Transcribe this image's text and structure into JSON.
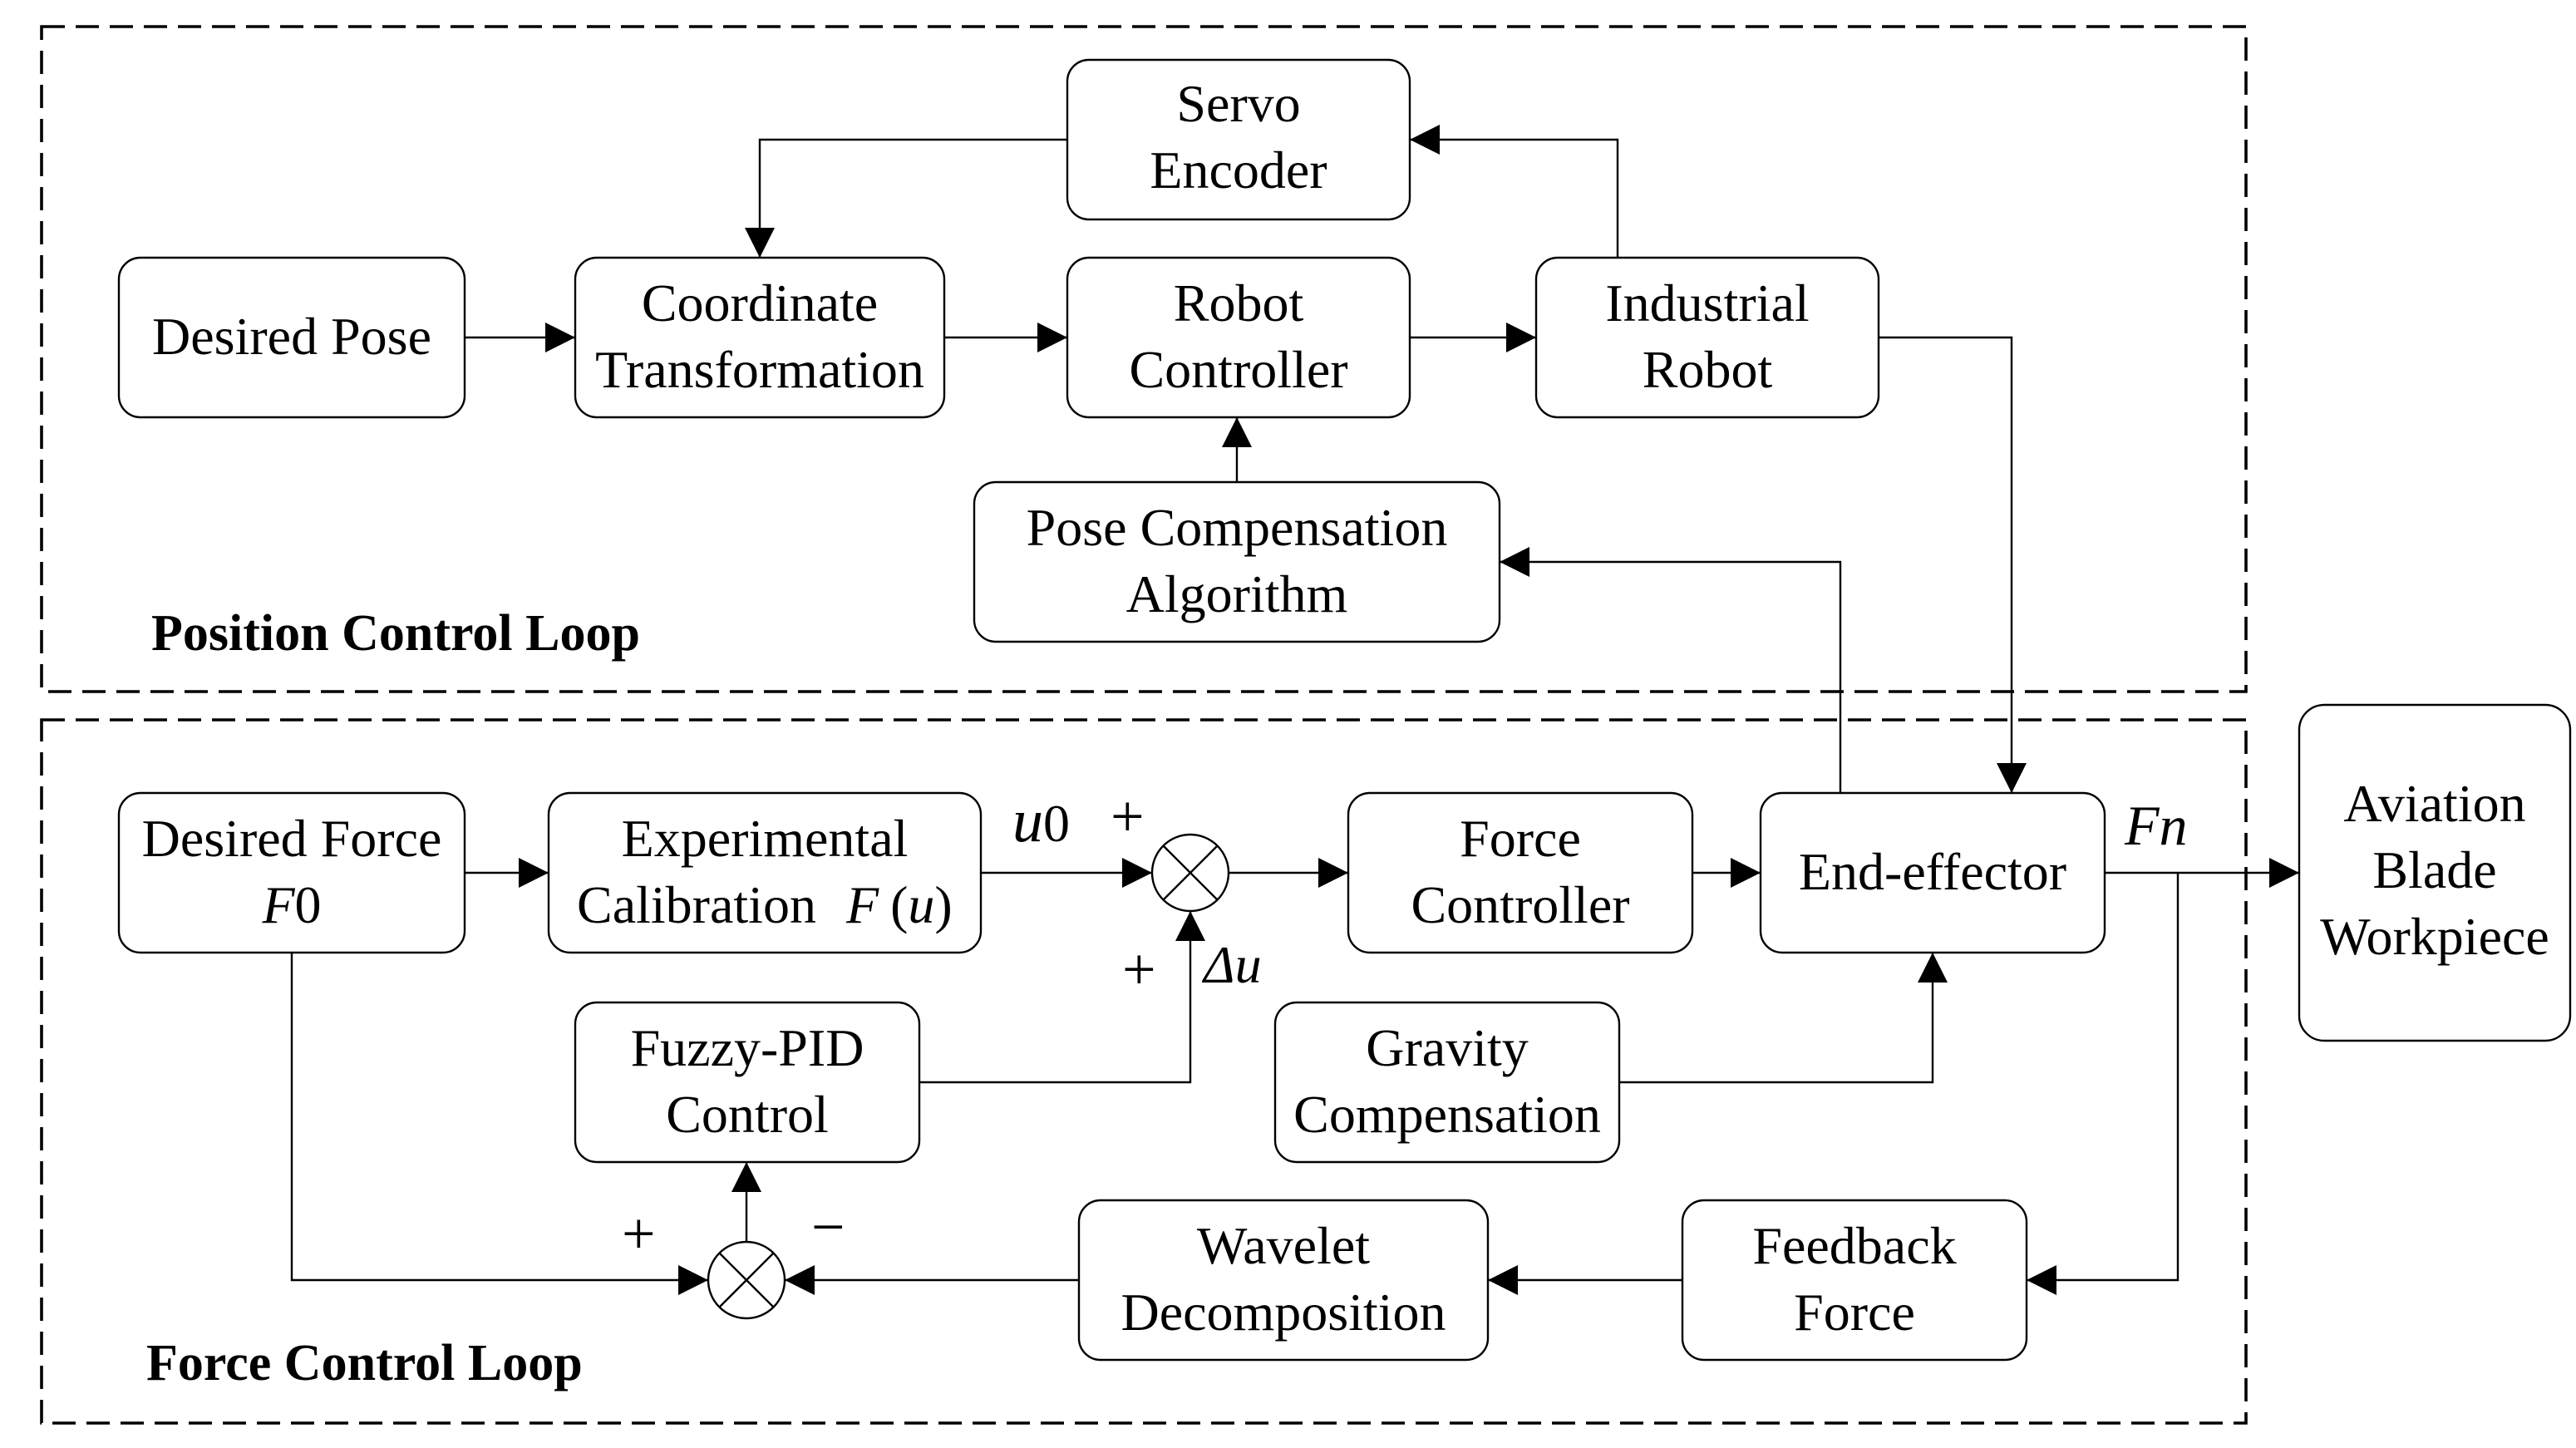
{
  "regions": {
    "position_loop": "Position Control Loop",
    "force_loop": "Force Control Loop"
  },
  "blocks": {
    "servo_encoder": [
      "Servo",
      "Encoder"
    ],
    "desired_pose": [
      "Desired Pose"
    ],
    "coordinate_transformation": [
      "Coordinate",
      "Transformation"
    ],
    "robot_controller": [
      "Robot",
      "Controller"
    ],
    "industrial_robot": [
      "Industrial",
      "Robot"
    ],
    "pose_compensation": [
      "Pose Compensation",
      "Algorithm"
    ],
    "desired_force": [
      "Desired Force"
    ],
    "desired_force_symbol": "F",
    "desired_force_subscript": "0",
    "experimental_calibration": [
      "Experimental",
      "Calibration"
    ],
    "calibration_function": "F",
    "calibration_argument": "u",
    "force_controller": [
      "Force",
      "Controller"
    ],
    "end_effector": [
      "End-effector"
    ],
    "fuzzy_pid": [
      "Fuzzy-PID",
      "Control"
    ],
    "gravity_compensation": [
      "Gravity",
      "Compensation"
    ],
    "wavelet_decomposition": [
      "Wavelet",
      "Decomposition"
    ],
    "feedback_force": [
      "Feedback",
      "Force"
    ],
    "workpiece": [
      "Aviation",
      "Blade",
      "Workpiece"
    ]
  },
  "signals": {
    "u0_symbol": "u",
    "u0_subscript": "0",
    "delta_u": "Δu",
    "fn_symbol": "F",
    "fn_subscript": "n"
  },
  "signs": {
    "upper_sum_left": "+",
    "upper_sum_bottom": "+",
    "lower_sum_left": "+",
    "lower_sum_right": "−"
  }
}
